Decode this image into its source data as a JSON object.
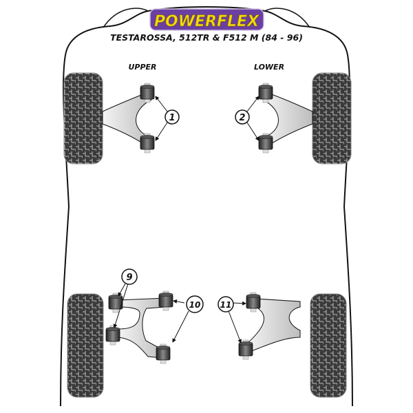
{
  "logo": {
    "text": "POWERFLEX",
    "bg": "#6b3fa0",
    "fg": "#f5d90a"
  },
  "title": "TESTAROSSA, 512TR & F512 M (84 - 96)",
  "labels": {
    "upper": "UPPER",
    "lower": "LOWER"
  },
  "callouts": [
    "1",
    "2",
    "9",
    "10",
    "11"
  ]
}
